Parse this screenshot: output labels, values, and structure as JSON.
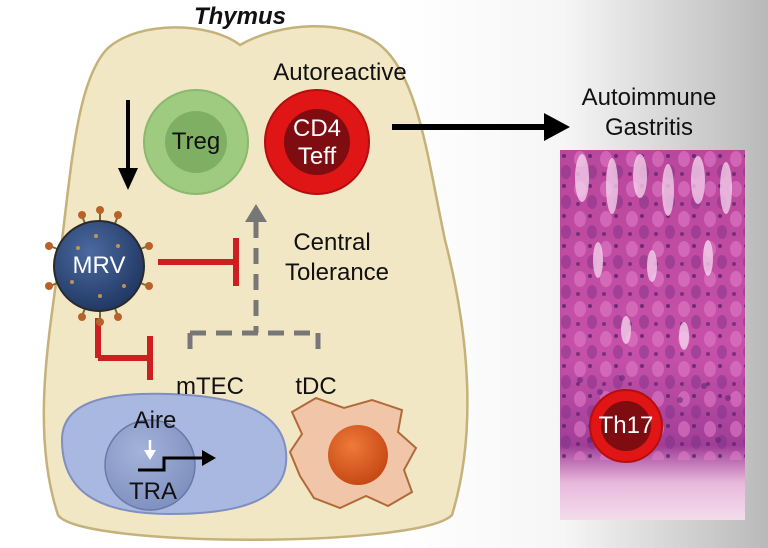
{
  "title": "Thymus",
  "labels": {
    "autoreactive": "Autoreactive",
    "treg": "Treg",
    "cd4": "CD4",
    "teff": "Teff",
    "mrv": "MRV",
    "central": "Central",
    "tolerance": "Tolerance",
    "mtec": "mTEC",
    "tdc": "tDC",
    "aire": "Aire",
    "tra": "TRA",
    "autoimmune": "Autoimmune",
    "gastritis": "Gastritis",
    "th17": "Th17"
  },
  "colors": {
    "thymus_fill": "#f2e7c4",
    "thymus_stroke": "#c4b27a",
    "treg_outer": "#9ecb80",
    "treg_inner": "#7eaf62",
    "teff_outer": "#e01515",
    "teff_inner": "#7e0c10",
    "inhibit_red": "#cc1f1f",
    "dashed_gray": "#777777",
    "mtec_fill": "#a9b8e0",
    "tdc_fill": "#f1c6a8",
    "tdc_nucleus": "#d9561c",
    "histology_pink": "#d45ab4",
    "histology_purple": "#8c3b8f"
  }
}
